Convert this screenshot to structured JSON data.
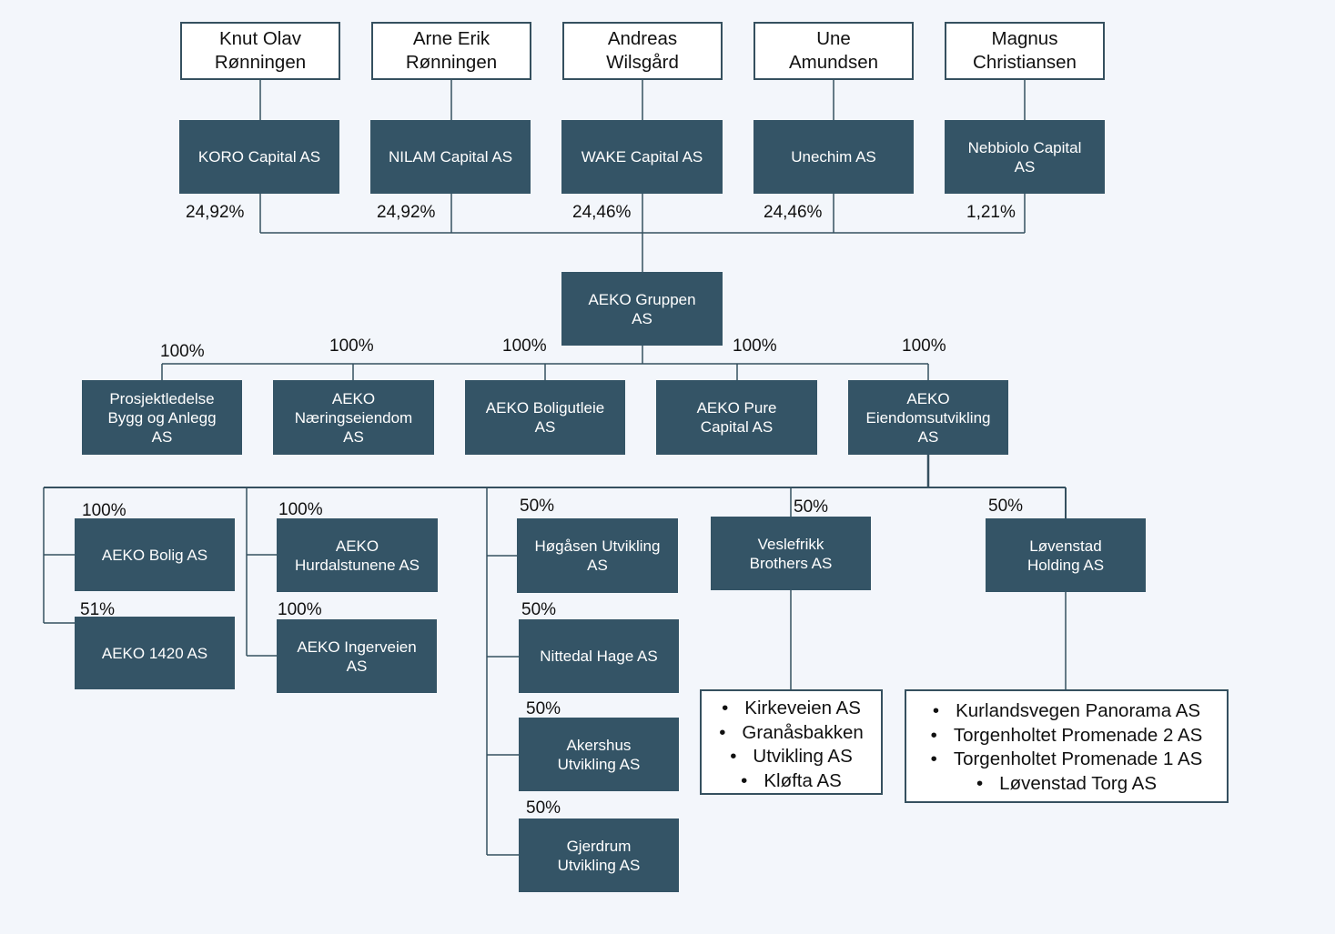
{
  "owners": [
    {
      "name": "Knut Olav\nRønningen",
      "company": "KORO Capital AS",
      "share": "24,92%"
    },
    {
      "name": "Arne Erik\nRønningen",
      "company": "NILAM Capital AS",
      "share": "24,92%"
    },
    {
      "name": "Andreas\nWilsgård",
      "company": "WAKE Capital AS",
      "share": "24,46%"
    },
    {
      "name": "Une\nAmundsen",
      "company": "Unechim AS",
      "share": "24,46%"
    },
    {
      "name": "Magnus\nChristiansen",
      "company": "Nebbiolo Capital\nAS",
      "share": "1,21%"
    }
  ],
  "group": {
    "name": "AEKO Gruppen\nAS"
  },
  "subsidiaries": [
    {
      "name": "Prosjektledelse\nBygg og Anlegg\nAS",
      "share": "100%"
    },
    {
      "name": "AEKO\nNæringseiendom\nAS",
      "share": "100%"
    },
    {
      "name": "AEKO Boligutleie\nAS",
      "share": "100%"
    },
    {
      "name": "AEKO Pure\nCapital AS",
      "share": "100%"
    },
    {
      "name": "AEKO\nEiendomsutvikling\nAS",
      "share": "100%"
    }
  ],
  "level3": {
    "col1": [
      {
        "name": "AEKO Bolig AS",
        "share": "100%"
      },
      {
        "name": "AEKO 1420 AS",
        "share": "51%"
      }
    ],
    "col2": [
      {
        "name": "AEKO\nHurdalstunene AS",
        "share": "100%"
      },
      {
        "name": "AEKO Ingerveien\nAS",
        "share": "100%"
      }
    ],
    "col3": [
      {
        "name": "Høgåsen Utvikling\nAS",
        "share": "50%"
      },
      {
        "name": "Nittedal Hage AS",
        "share": "50%"
      },
      {
        "name": "Akershus\nUtvikling AS",
        "share": "50%"
      },
      {
        "name": "Gjerdrum\nUtvikling AS",
        "share": "50%"
      }
    ],
    "veslefrikk": {
      "name": "Veslefrikk\nBrothers AS",
      "share": "50%",
      "holdings": [
        "Kirkeveien AS",
        "Granåsbakken",
        "Utvikling AS",
        "Kløfta AS"
      ]
    },
    "lovenstad": {
      "name": "Løvenstad\nHolding AS",
      "share": "50%",
      "holdings": [
        "Kurlandsvegen Panorama AS",
        "Torgenholtet Promenade 2 AS",
        "Torgenholtet Promenade 1 AS",
        "Løvenstad Torg AS"
      ]
    }
  },
  "colors": {
    "box": "#345466",
    "line": "#35505f",
    "background": "#f3f6fb"
  }
}
